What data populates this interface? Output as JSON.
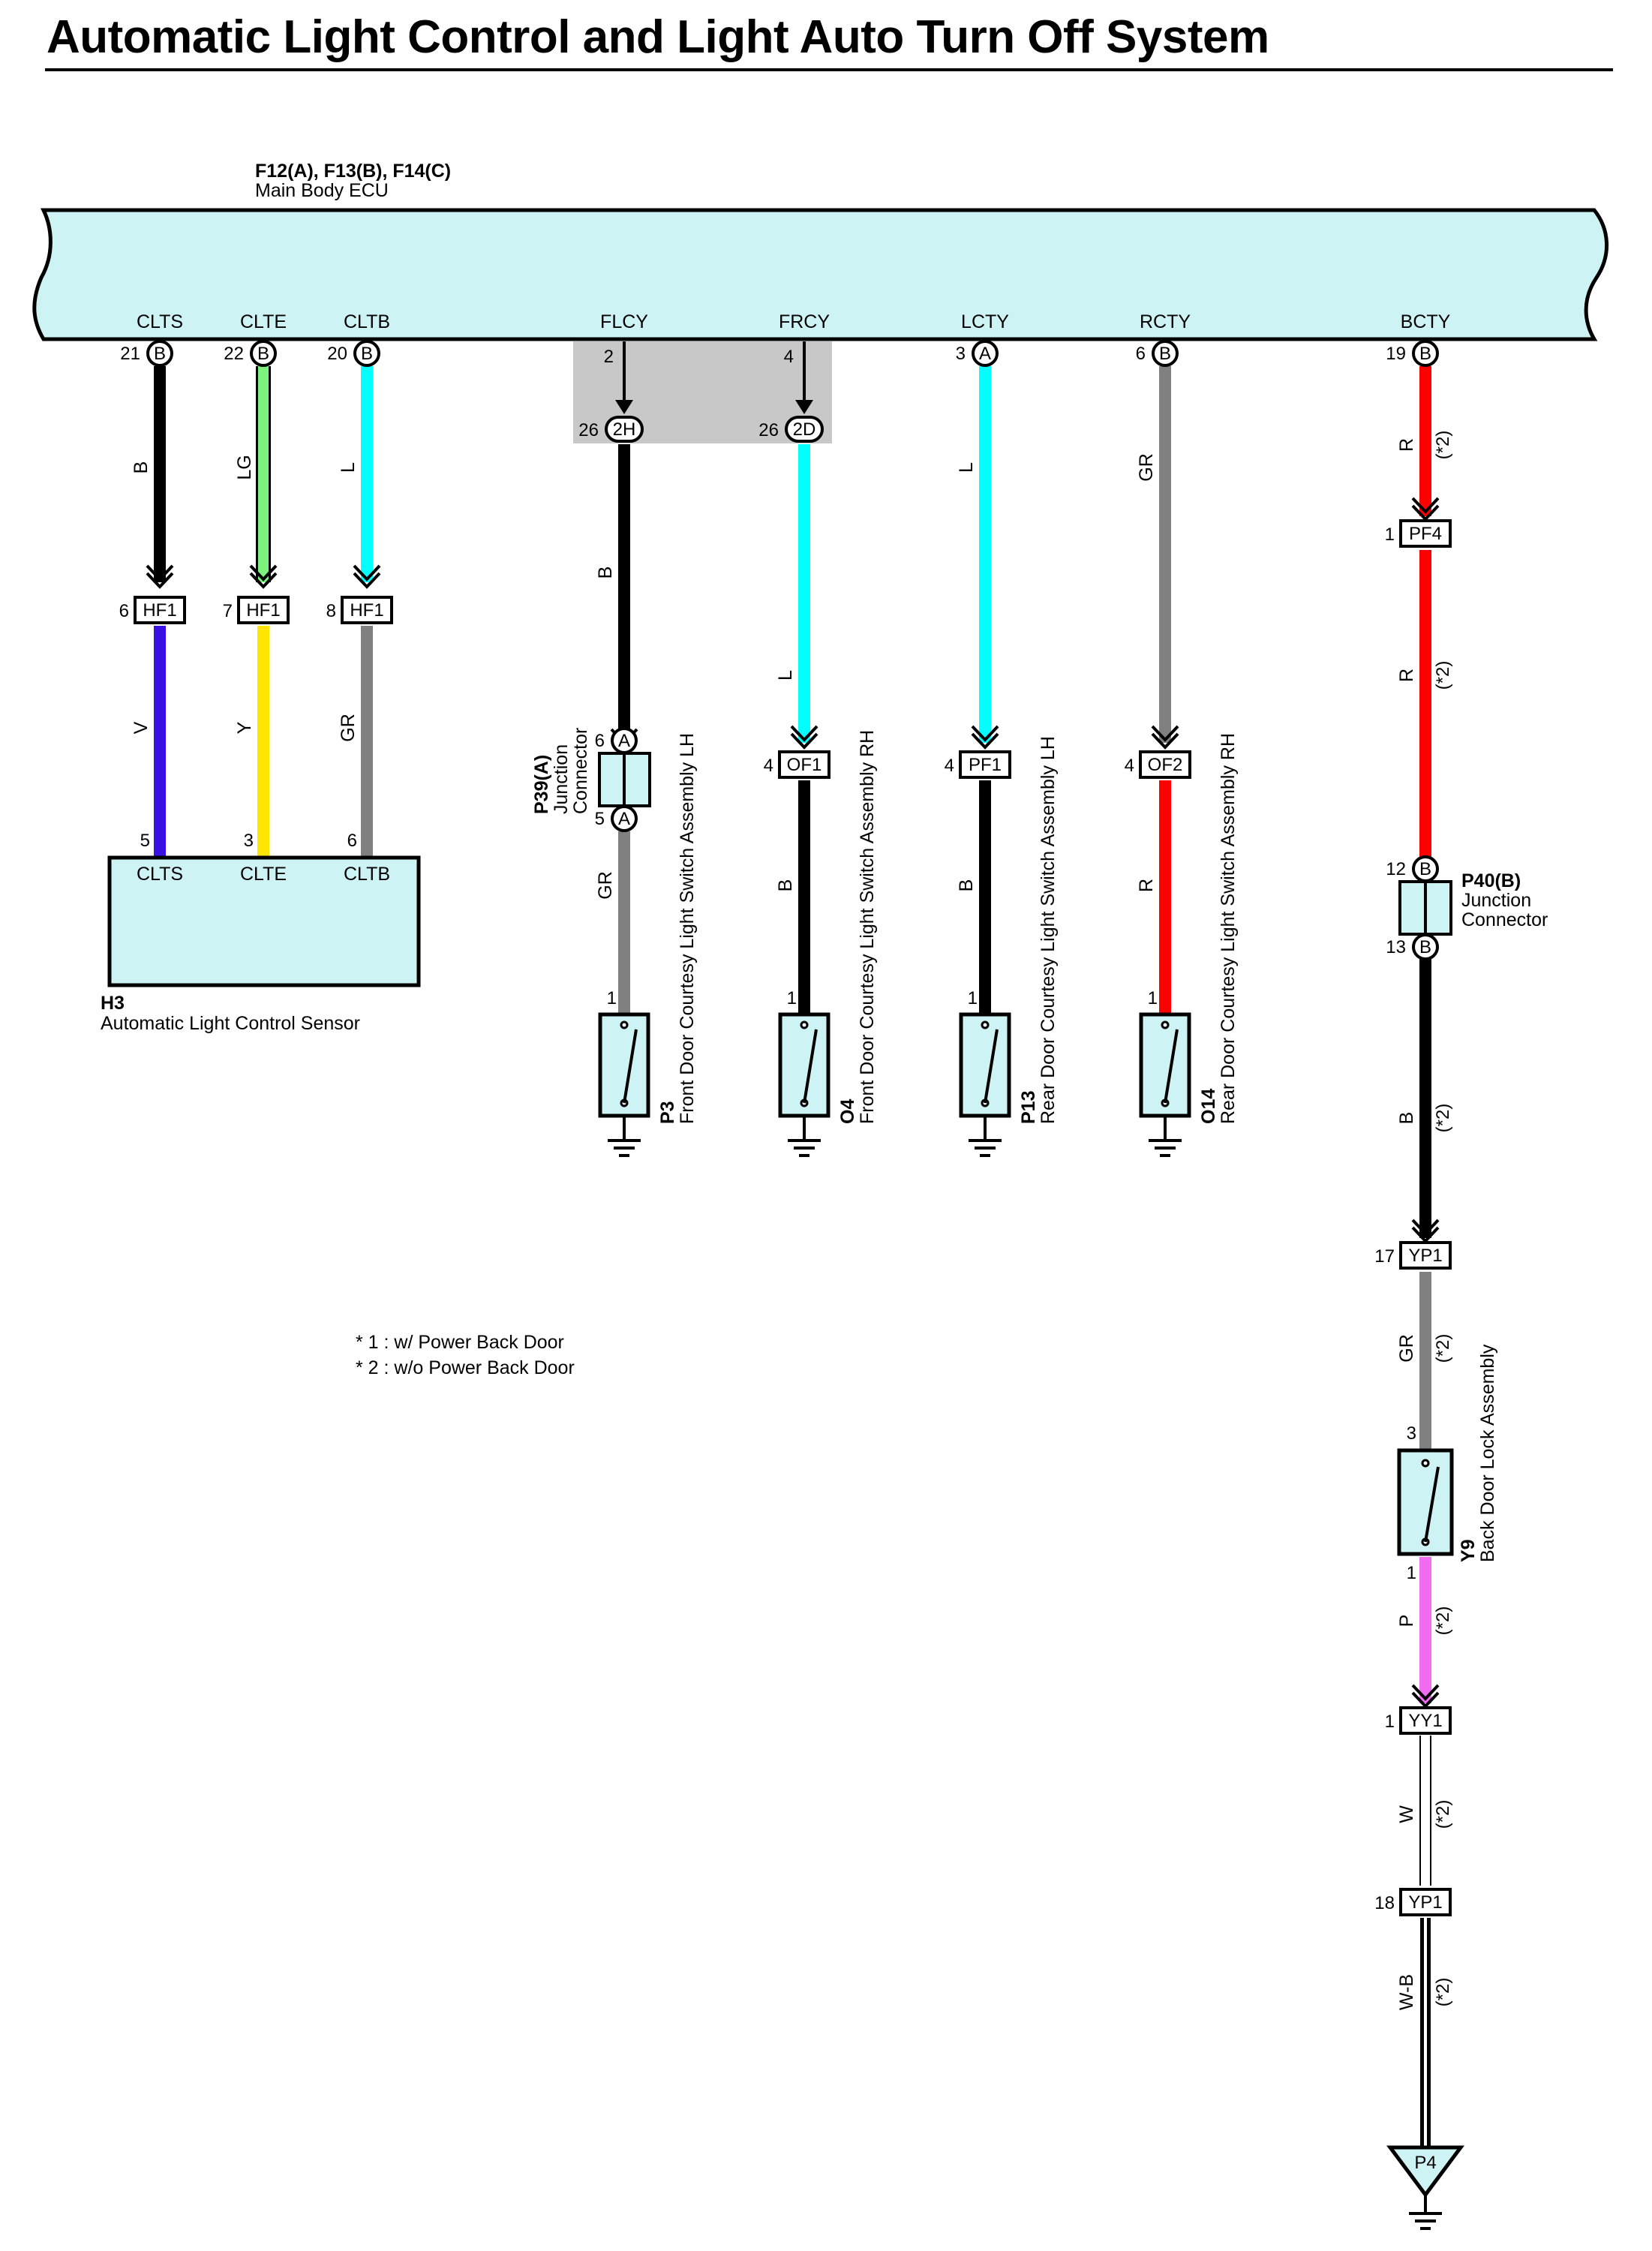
{
  "title": "Automatic Light Control and Light Auto Turn Off System",
  "colors": {
    "ecu_fill": "#cef3f5",
    "shade": "#c8c8c8",
    "B": "#000000",
    "LG": "#7df27d",
    "L": "#00ffff",
    "V": "#3a10e5",
    "Y": "#ffe600",
    "GR": "#808080",
    "R": "#ff0000",
    "P": "#f26cf2",
    "W": "#ffffff"
  },
  "ecu": {
    "ref": "F12(A), F13(B), F14(C)",
    "name": "Main Body ECU",
    "terminals": [
      "CLTS",
      "CLTE",
      "CLTB",
      "FLCY",
      "FRCY",
      "LCTY",
      "RCTY",
      "BCTY"
    ],
    "pins": [
      {
        "num": "21",
        "conn": "B"
      },
      {
        "num": "22",
        "conn": "B"
      },
      {
        "num": "20",
        "conn": "B"
      },
      {
        "num": "2",
        "conn": ""
      },
      {
        "num": "4",
        "conn": ""
      },
      {
        "num": "3",
        "conn": "A"
      },
      {
        "num": "6",
        "conn": "B"
      },
      {
        "num": "19",
        "conn": "B"
      }
    ]
  },
  "junction_block": {
    "left": {
      "pin": "26",
      "conn": "2H"
    },
    "right": {
      "pin": "26",
      "conn": "2D"
    }
  },
  "wires": {
    "clts_1": "B",
    "clte_1": "LG",
    "cltb_1": "L",
    "clts_2": "V",
    "clte_2": "Y",
    "cltb_2": "GR",
    "flcy_1": "B",
    "flcy_2": "GR",
    "frcy_1": "L",
    "frcy_2": "B",
    "lcty_1": "L",
    "lcty_2": "B",
    "rcty_1": "GR",
    "rcty_2": "R",
    "bcty_1": "R",
    "bcty_2": "R",
    "bcty_3": "B",
    "bcty_4": "GR",
    "bcty_5": "P",
    "bcty_6": "W",
    "bcty_7": "W-B"
  },
  "connectors": {
    "hf1_a": {
      "pin": "6",
      "name": "HF1"
    },
    "hf1_b": {
      "pin": "7",
      "name": "HF1"
    },
    "hf1_c": {
      "pin": "8",
      "name": "HF1"
    },
    "of1": {
      "pin": "4",
      "name": "OF1"
    },
    "pf1": {
      "pin": "4",
      "name": "PF1"
    },
    "of2": {
      "pin": "4",
      "name": "OF2"
    },
    "pf4": {
      "pin": "1",
      "name": "PF4"
    },
    "yp1_a": {
      "pin": "17",
      "name": "YP1"
    },
    "yy1": {
      "pin": "1",
      "name": "YY1"
    },
    "yp1_b": {
      "pin": "18",
      "name": "YP1"
    }
  },
  "sensor": {
    "id": "H3",
    "name": "Automatic Light Control Sensor",
    "pins": [
      "5",
      "3",
      "6"
    ],
    "terminals": [
      "CLTS",
      "CLTE",
      "CLTB"
    ]
  },
  "p39": {
    "id": "P39(A)",
    "name_line1": "Junction",
    "name_line2": "Connector",
    "pin_top": "6",
    "conn_top": "A",
    "pin_bottom": "5",
    "conn_bottom": "A"
  },
  "p40": {
    "id": "P40(B)",
    "name_line1": "Junction",
    "name_line2": "Connector",
    "pin_top": "12",
    "conn_top": "B",
    "pin_bottom": "13",
    "conn_bottom": "B"
  },
  "switches": [
    {
      "id": "P3",
      "name": "Front Door Courtesy Light Switch Assembly LH",
      "pin": "1"
    },
    {
      "id": "O4",
      "name": "Front Door Courtesy Light Switch Assembly RH",
      "pin": "1"
    },
    {
      "id": "P13",
      "name": "Rear Door Courtesy Light Switch Assembly LH",
      "pin": "1"
    },
    {
      "id": "O14",
      "name": "Rear Door Courtesy Light Switch Assembly RH",
      "pin": "1"
    }
  ],
  "backdoor": {
    "id": "Y9",
    "name": "Back Door Lock Assembly",
    "pin_top": "3",
    "pin_bottom": "1"
  },
  "ground": {
    "id": "P4"
  },
  "note_mark": "(*2)",
  "notes": [
    "* 1 : w/ Power Back Door",
    "* 2 : w/o Power Back Door"
  ]
}
